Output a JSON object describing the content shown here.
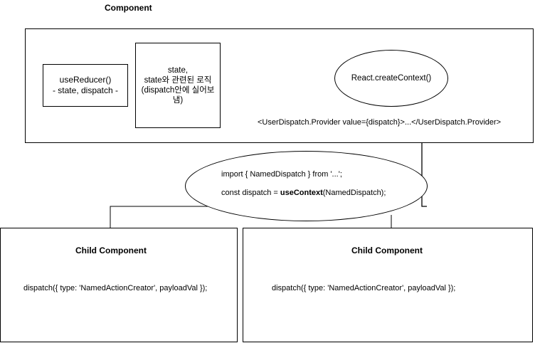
{
  "parent": {
    "title": "Component",
    "reducer_box": "useReducer()\n- state, dispatch -",
    "state_box": "state,\nstate와 관련된 로직\n(dispatch안에 실어보\n냄)",
    "create_context": "React.createContext()",
    "provider": "<UserDispatch.Provider value={dispatch}>...</UserDispatch.Provider>"
  },
  "hook": {
    "import_line": "import { NamedDispatch } from '...';",
    "const_prefix": "const dispatch = ",
    "use_context": "useContext",
    "const_suffix": "(NamedDispatch);"
  },
  "children": [
    {
      "title": "Child Component",
      "call": "dispatch({ type: 'NamedActionCreator', payloadVal });"
    },
    {
      "title": "Child Component",
      "call": "dispatch({ type: 'NamedActionCreator', payloadVal });"
    }
  ],
  "colors": {
    "stroke": "#000000",
    "fill": "#ffffff"
  }
}
